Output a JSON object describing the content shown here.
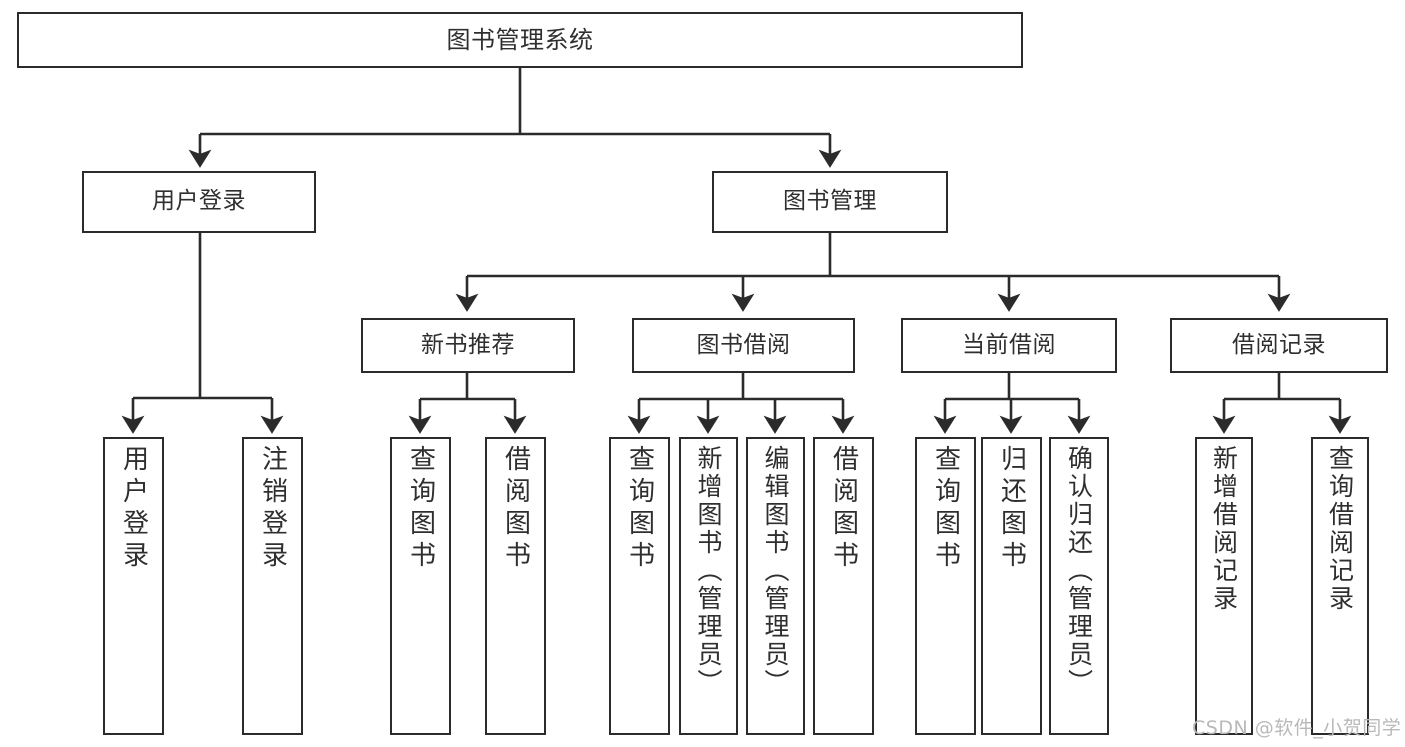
{
  "diagram": {
    "title": "图书管理系统",
    "type": "hierarchy-tree",
    "watermark": "CSDN @软件_小贺同学",
    "colors": {
      "background": "#ffffff",
      "node_border": "#2b2b2b",
      "node_fill": "#ffffff",
      "text": "#2f2f2f",
      "edge": "#2b2b2b",
      "watermark": "#b9b9b9"
    }
  },
  "nodes": {
    "root": {
      "label": "图书管理系统"
    },
    "level2": [
      {
        "id": "user-login",
        "label": "用户登录"
      },
      {
        "id": "book-manage",
        "label": "图书管理"
      }
    ],
    "level3": [
      {
        "id": "new-book-recommend",
        "label": "新书推荐"
      },
      {
        "id": "book-borrow",
        "label": "图书借阅"
      },
      {
        "id": "current-borrow",
        "label": "当前借阅"
      },
      {
        "id": "borrow-record",
        "label": "借阅记录"
      }
    ],
    "leaves": {
      "user_login": [
        {
          "id": "leaf-user-login",
          "label": "用户登录"
        },
        {
          "id": "leaf-logout",
          "label": "注销登录"
        }
      ],
      "new_book_recommend": [
        {
          "id": "leaf-query-book-1",
          "label": "查询图书"
        },
        {
          "id": "leaf-borrow-book-1",
          "label": "借阅图书"
        }
      ],
      "book_borrow": [
        {
          "id": "leaf-query-book-2",
          "label": "查询图书"
        },
        {
          "id": "leaf-add-book",
          "label": "新增图书（管理员）"
        },
        {
          "id": "leaf-edit-book",
          "label": "编辑图书（管理员）"
        },
        {
          "id": "leaf-borrow-book-2",
          "label": "借阅图书"
        }
      ],
      "current_borrow": [
        {
          "id": "leaf-query-book-3",
          "label": "查询图书"
        },
        {
          "id": "leaf-return-book",
          "label": "归还图书"
        },
        {
          "id": "leaf-confirm-return",
          "label": "确认归还（管理员）"
        }
      ],
      "borrow_record": [
        {
          "id": "leaf-add-record",
          "label": "新增借阅记录"
        },
        {
          "id": "leaf-query-record",
          "label": "查询借阅记录"
        }
      ]
    }
  },
  "chart_data": {
    "type": "diagram",
    "title": "图书管理系统",
    "tree": {
      "name": "图书管理系统",
      "children": [
        {
          "name": "用户登录",
          "children": [
            {
              "name": "用户登录"
            },
            {
              "name": "注销登录"
            }
          ]
        },
        {
          "name": "图书管理",
          "children": [
            {
              "name": "新书推荐",
              "children": [
                {
                  "name": "查询图书"
                },
                {
                  "name": "借阅图书"
                }
              ]
            },
            {
              "name": "图书借阅",
              "children": [
                {
                  "name": "查询图书"
                },
                {
                  "name": "新增图书（管理员）"
                },
                {
                  "name": "编辑图书（管理员）"
                },
                {
                  "name": "借阅图书"
                }
              ]
            },
            {
              "name": "当前借阅",
              "children": [
                {
                  "name": "查询图书"
                },
                {
                  "name": "归还图书"
                },
                {
                  "name": "确认归还（管理员）"
                }
              ]
            },
            {
              "name": "借阅记录",
              "children": [
                {
                  "name": "新增借阅记录"
                },
                {
                  "name": "查询借阅记录"
                }
              ]
            }
          ]
        }
      ]
    }
  }
}
